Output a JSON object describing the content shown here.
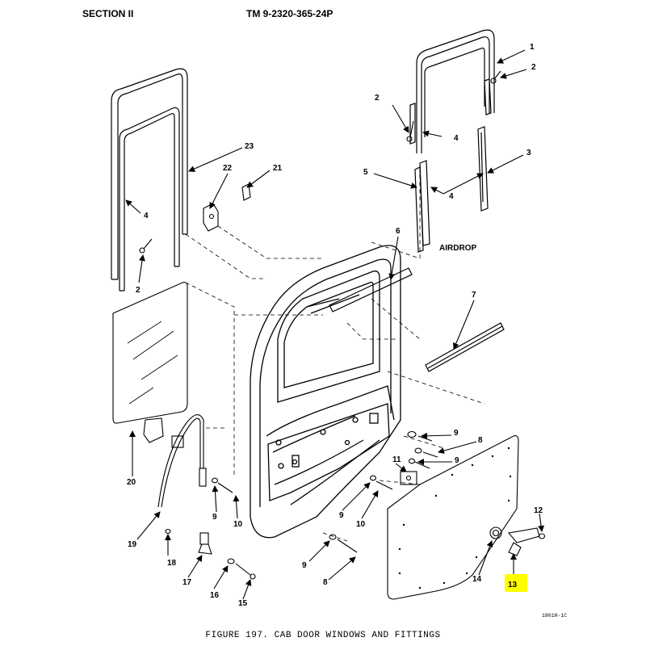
{
  "header": {
    "section": "SECTION II",
    "manual": "TM 9-2320-365-24P"
  },
  "figure_caption": "FIGURE 197. CAB DOOR WINDOWS AND FITTINGS",
  "drawing_code": "1801H-1C",
  "note_airdrop": "AIRDROP",
  "highlight_color": "#ffff00",
  "callouts": [
    "1",
    "2",
    "3",
    "4",
    "5",
    "6",
    "7",
    "8",
    "9",
    "10",
    "11",
    "12",
    "13",
    "14",
    "15",
    "16",
    "17",
    "18",
    "19",
    "20",
    "21",
    "22",
    "23"
  ]
}
